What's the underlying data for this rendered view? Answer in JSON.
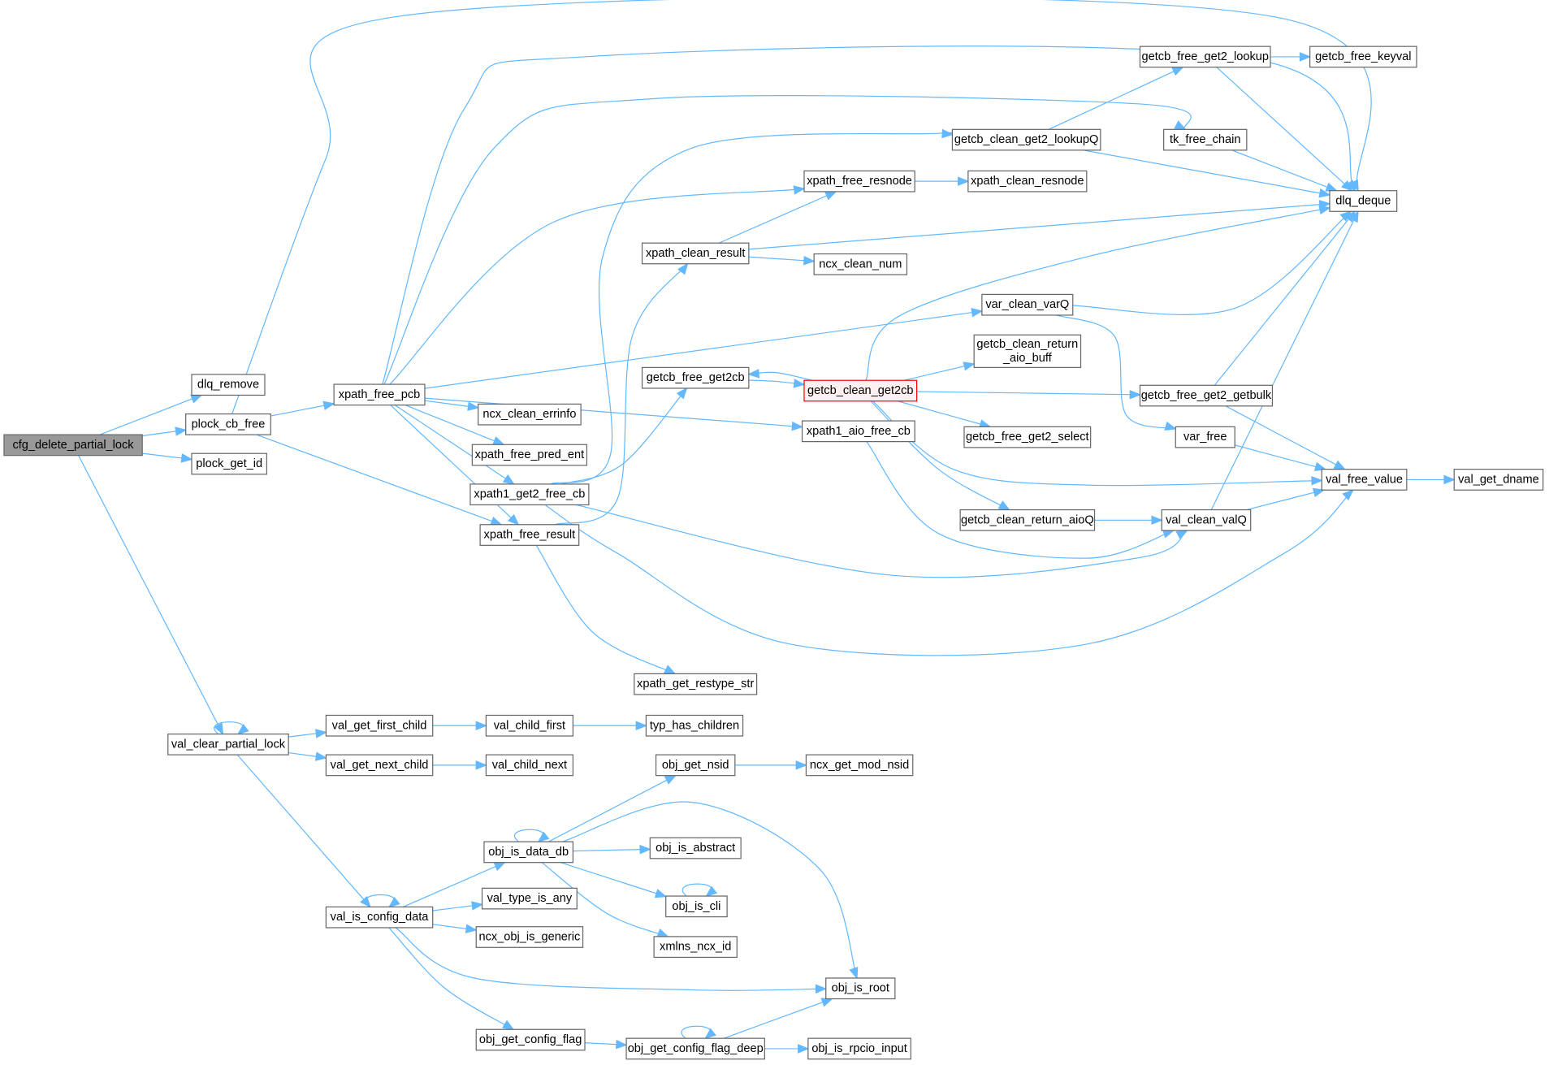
{
  "title": "cfg_delete_partial_lock call graph",
  "colors": {
    "edge": "#63b8ff",
    "root_fill": "#999999",
    "highlight_border": "#ff0000",
    "highlight_fill": "#fff0f0"
  },
  "nodes": [
    {
      "id": "cfg_delete_partial_lock",
      "lines": [
        "cfg_delete_partial_lock"
      ],
      "kind": "root"
    },
    {
      "id": "dlq_remove",
      "lines": [
        "dlq_remove"
      ]
    },
    {
      "id": "plock_cb_free",
      "lines": [
        "plock_cb_free"
      ]
    },
    {
      "id": "plock_get_id",
      "lines": [
        "plock_get_id"
      ]
    },
    {
      "id": "xpath_free_pcb",
      "lines": [
        "xpath_free_pcb"
      ]
    },
    {
      "id": "ncx_clean_errinfo",
      "lines": [
        "ncx_clean_errinfo"
      ]
    },
    {
      "id": "xpath_free_pred_ent",
      "lines": [
        "xpath_free_pred_ent"
      ]
    },
    {
      "id": "xpath1_get2_free_cb",
      "lines": [
        "xpath1_get2_free_cb"
      ]
    },
    {
      "id": "xpath_free_result",
      "lines": [
        "xpath_free_result"
      ]
    },
    {
      "id": "xpath_get_restype_str",
      "lines": [
        "xpath_get_restype_str"
      ]
    },
    {
      "id": "xpath_clean_result",
      "lines": [
        "xpath_clean_result"
      ]
    },
    {
      "id": "ncx_clean_num",
      "lines": [
        "ncx_clean_num"
      ]
    },
    {
      "id": "xpath_free_resnode",
      "lines": [
        "xpath_free_resnode"
      ]
    },
    {
      "id": "xpath_clean_resnode",
      "lines": [
        "xpath_clean_resnode"
      ]
    },
    {
      "id": "getcb_clean_get2_lookupQ",
      "lines": [
        "getcb_clean_get2_lookupQ"
      ]
    },
    {
      "id": "getcb_free_get2_lookup",
      "lines": [
        "getcb_free_get2_lookup"
      ]
    },
    {
      "id": "getcb_free_keyval",
      "lines": [
        "getcb_free_keyval"
      ]
    },
    {
      "id": "tk_free_chain",
      "lines": [
        "tk_free_chain"
      ]
    },
    {
      "id": "dlq_deque",
      "lines": [
        "dlq_deque"
      ]
    },
    {
      "id": "var_clean_varQ",
      "lines": [
        "var_clean_varQ"
      ]
    },
    {
      "id": "getcb_clean_return_aio_buff",
      "lines": [
        "getcb_clean_return",
        "_aio_buff"
      ]
    },
    {
      "id": "getcb_free_get2cb",
      "lines": [
        "getcb_free_get2cb"
      ]
    },
    {
      "id": "getcb_clean_get2cb",
      "lines": [
        "getcb_clean_get2cb"
      ],
      "kind": "highlight"
    },
    {
      "id": "getcb_free_get2_getbulk",
      "lines": [
        "getcb_free_get2_getbulk"
      ]
    },
    {
      "id": "xpath1_aio_free_cb",
      "lines": [
        "xpath1_aio_free_cb"
      ]
    },
    {
      "id": "getcb_free_get2_select",
      "lines": [
        "getcb_free_get2_select"
      ]
    },
    {
      "id": "var_free",
      "lines": [
        "var_free"
      ]
    },
    {
      "id": "val_free_value",
      "lines": [
        "val_free_value"
      ]
    },
    {
      "id": "val_get_dname",
      "lines": [
        "val_get_dname"
      ]
    },
    {
      "id": "getcb_clean_return_aioQ",
      "lines": [
        "getcb_clean_return_aioQ"
      ]
    },
    {
      "id": "val_clean_valQ",
      "lines": [
        "val_clean_valQ"
      ]
    },
    {
      "id": "val_clear_partial_lock",
      "lines": [
        "val_clear_partial_lock"
      ]
    },
    {
      "id": "val_get_first_child",
      "lines": [
        "val_get_first_child"
      ]
    },
    {
      "id": "val_get_next_child",
      "lines": [
        "val_get_next_child"
      ]
    },
    {
      "id": "val_child_first",
      "lines": [
        "val_child_first"
      ]
    },
    {
      "id": "val_child_next",
      "lines": [
        "val_child_next"
      ]
    },
    {
      "id": "typ_has_children",
      "lines": [
        "typ_has_children"
      ]
    },
    {
      "id": "obj_get_nsid",
      "lines": [
        "obj_get_nsid"
      ]
    },
    {
      "id": "ncx_get_mod_nsid",
      "lines": [
        "ncx_get_mod_nsid"
      ]
    },
    {
      "id": "obj_is_data_db",
      "lines": [
        "obj_is_data_db"
      ]
    },
    {
      "id": "obj_is_abstract",
      "lines": [
        "obj_is_abstract"
      ]
    },
    {
      "id": "obj_is_cli",
      "lines": [
        "obj_is_cli"
      ]
    },
    {
      "id": "xmlns_ncx_id",
      "lines": [
        "xmlns_ncx_id"
      ]
    },
    {
      "id": "val_is_config_data",
      "lines": [
        "val_is_config_data"
      ]
    },
    {
      "id": "val_type_is_any",
      "lines": [
        "val_type_is_any"
      ]
    },
    {
      "id": "ncx_obj_is_generic",
      "lines": [
        "ncx_obj_is_generic"
      ]
    },
    {
      "id": "obj_is_root",
      "lines": [
        "obj_is_root"
      ]
    },
    {
      "id": "obj_get_config_flag",
      "lines": [
        "obj_get_config_flag"
      ]
    },
    {
      "id": "obj_get_config_flag_deep",
      "lines": [
        "obj_get_config_flag_deep"
      ]
    },
    {
      "id": "obj_is_rpcio_input",
      "lines": [
        "obj_is_rpcio_input"
      ]
    }
  ],
  "edges": [
    [
      "cfg_delete_partial_lock",
      "dlq_remove"
    ],
    [
      "cfg_delete_partial_lock",
      "plock_cb_free"
    ],
    [
      "cfg_delete_partial_lock",
      "plock_get_id"
    ],
    [
      "cfg_delete_partial_lock",
      "val_clear_partial_lock"
    ],
    [
      "plock_cb_free",
      "xpath_free_pcb"
    ],
    [
      "plock_cb_free",
      "xpath_free_result"
    ],
    [
      "plock_cb_free",
      "dlq_deque"
    ],
    [
      "xpath_free_pcb",
      "dlq_deque"
    ],
    [
      "xpath_free_pcb",
      "tk_free_chain"
    ],
    [
      "xpath_free_pcb",
      "xpath_free_resnode"
    ],
    [
      "xpath_free_pcb",
      "var_clean_varQ"
    ],
    [
      "xpath_free_pcb",
      "xpath1_aio_free_cb"
    ],
    [
      "xpath_free_pcb",
      "ncx_clean_errinfo"
    ],
    [
      "xpath_free_pcb",
      "xpath_free_pred_ent"
    ],
    [
      "xpath_free_pcb",
      "xpath1_get2_free_cb"
    ],
    [
      "xpath_free_pcb",
      "xpath_free_result"
    ],
    [
      "xpath1_get2_free_cb",
      "getcb_clean_get2_lookupQ"
    ],
    [
      "xpath1_get2_free_cb",
      "getcb_free_get2cb"
    ],
    [
      "xpath1_get2_free_cb",
      "val_clean_valQ"
    ],
    [
      "xpath1_get2_free_cb",
      "val_free_value"
    ],
    [
      "xpath_free_result",
      "xpath_clean_result"
    ],
    [
      "xpath_free_result",
      "xpath_get_restype_str"
    ],
    [
      "xpath_clean_result",
      "xpath_free_resnode"
    ],
    [
      "xpath_clean_result",
      "ncx_clean_num"
    ],
    [
      "xpath_clean_result",
      "dlq_deque"
    ],
    [
      "xpath_free_resnode",
      "xpath_clean_resnode"
    ],
    [
      "getcb_clean_get2_lookupQ",
      "getcb_free_get2_lookup"
    ],
    [
      "getcb_clean_get2_lookupQ",
      "dlq_deque"
    ],
    [
      "getcb_free_get2_lookup",
      "getcb_free_keyval"
    ],
    [
      "getcb_free_get2_lookup",
      "dlq_deque"
    ],
    [
      "tk_free_chain",
      "dlq_deque"
    ],
    [
      "getcb_free_get2cb",
      "getcb_clean_get2cb"
    ],
    [
      "getcb_clean_get2cb",
      "getcb_free_get2cb"
    ],
    [
      "getcb_clean_get2cb",
      "dlq_deque"
    ],
    [
      "getcb_clean_get2cb",
      "getcb_clean_return_aio_buff"
    ],
    [
      "getcb_clean_get2cb",
      "getcb_free_get2_getbulk"
    ],
    [
      "getcb_clean_get2cb",
      "getcb_free_get2_select"
    ],
    [
      "getcb_clean_get2cb",
      "val_free_value"
    ],
    [
      "getcb_clean_get2cb",
      "getcb_clean_return_aioQ"
    ],
    [
      "var_clean_varQ",
      "dlq_deque"
    ],
    [
      "var_clean_varQ",
      "var_free"
    ],
    [
      "getcb_free_get2_getbulk",
      "dlq_deque"
    ],
    [
      "getcb_free_get2_getbulk",
      "val_free_value"
    ],
    [
      "var_free",
      "val_free_value"
    ],
    [
      "val_free_value",
      "val_get_dname"
    ],
    [
      "getcb_clean_return_aioQ",
      "val_clean_valQ"
    ],
    [
      "val_clean_valQ",
      "val_free_value"
    ],
    [
      "val_clean_valQ",
      "dlq_deque"
    ],
    [
      "xpath1_aio_free_cb",
      "val_clean_valQ"
    ],
    [
      "val_clear_partial_lock",
      "val_clear_partial_lock"
    ],
    [
      "val_clear_partial_lock",
      "val_get_first_child"
    ],
    [
      "val_clear_partial_lock",
      "val_get_next_child"
    ],
    [
      "val_clear_partial_lock",
      "val_is_config_data"
    ],
    [
      "val_get_first_child",
      "val_child_first"
    ],
    [
      "val_child_first",
      "typ_has_children"
    ],
    [
      "val_get_next_child",
      "val_child_next"
    ],
    [
      "val_is_config_data",
      "val_is_config_data"
    ],
    [
      "val_is_config_data",
      "obj_is_data_db"
    ],
    [
      "val_is_config_data",
      "val_type_is_any"
    ],
    [
      "val_is_config_data",
      "ncx_obj_is_generic"
    ],
    [
      "val_is_config_data",
      "obj_is_root"
    ],
    [
      "val_is_config_data",
      "obj_get_config_flag"
    ],
    [
      "obj_is_data_db",
      "obj_is_data_db"
    ],
    [
      "obj_is_data_db",
      "obj_get_nsid"
    ],
    [
      "obj_is_data_db",
      "obj_is_root"
    ],
    [
      "obj_is_data_db",
      "obj_is_abstract"
    ],
    [
      "obj_is_data_db",
      "obj_is_cli"
    ],
    [
      "obj_is_data_db",
      "xmlns_ncx_id"
    ],
    [
      "obj_get_nsid",
      "ncx_get_mod_nsid"
    ],
    [
      "obj_is_cli",
      "obj_is_cli"
    ],
    [
      "obj_get_config_flag",
      "obj_get_config_flag_deep"
    ],
    [
      "obj_get_config_flag_deep",
      "obj_get_config_flag_deep"
    ],
    [
      "obj_get_config_flag_deep",
      "obj_is_root"
    ],
    [
      "obj_get_config_flag_deep",
      "obj_is_rpcio_input"
    ]
  ]
}
